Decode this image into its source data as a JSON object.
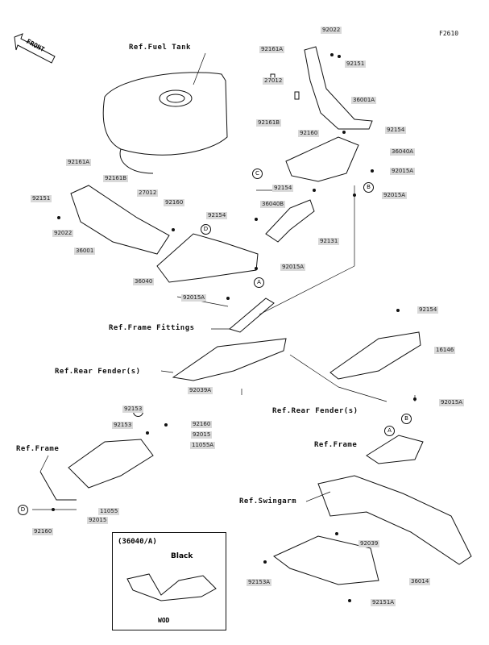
{
  "diagram": {
    "code": "F2610",
    "front_label": "FRONT",
    "refs": {
      "fuel_tank": "Ref.Fuel Tank",
      "frame_fittings": "Ref.Frame Fittings",
      "rear_fender_left": "Ref.Rear Fender(s)",
      "rear_fender_right": "Ref.Rear Fender(s)",
      "frame_left": "Ref.Frame",
      "frame_right": "Ref.Frame",
      "swingarm": "Ref.Swingarm"
    },
    "circles": {
      "c_top": "C",
      "b_top": "B",
      "d_mid": "D",
      "a_mid": "A",
      "c_low": "C",
      "d_low": "D",
      "a_low": "A",
      "b_low": "B"
    },
    "parts": {
      "p92022_top": "92022",
      "p92161A_top": "92161A",
      "p92151_top": "92151",
      "p27012_top": "27012",
      "p36001A": "36001A",
      "p92161B_top": "92161B",
      "p92160_top": "92160",
      "p92154_top": "92154",
      "p36040A": "36040A",
      "p92015A_top": "92015A",
      "p92154_mid": "92154",
      "p92015A_b": "92015A",
      "p36040B": "36040B",
      "p92131": "92131",
      "p92154_left": "92154",
      "p92015A_mid": "92015A",
      "p36040": "36040",
      "p92015A_low": "92015A",
      "p92161A_left": "92161A",
      "p92161B_left": "92161B",
      "p27012_left": "27012",
      "p92151_left": "92151",
      "p92160_left": "92160",
      "p92022_left": "92022",
      "p36001": "36001",
      "p92154_right": "92154",
      "p16146": "16146",
      "p92039A": "92039A",
      "p92015A_right": "92015A",
      "p92153_a": "92153",
      "p92153_b": "92153",
      "p92160_low": "92160",
      "p92015_low": "92015",
      "p11055A": "11055A",
      "p11055": "11055",
      "p92015_b": "92015",
      "p92160_d": "92160",
      "p92039": "92039",
      "p92153A": "92153A",
      "p36014": "36014",
      "p92151A": "92151A"
    },
    "inset": {
      "title": "(36040/A)",
      "color": "Black",
      "footer": "WOD"
    }
  }
}
